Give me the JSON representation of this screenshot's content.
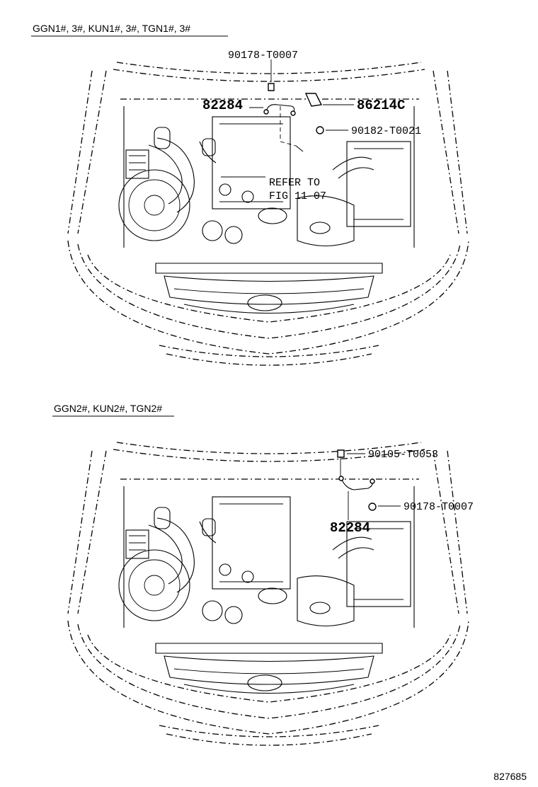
{
  "sections": [
    {
      "model_header": "GGN1#, 3#, KUN1#, 3#, TGN1#, 3#",
      "callouts": {
        "c1": "90178-T0007",
        "c2": "82284",
        "c3": "86214C",
        "c4": "90182-T0021",
        "c5_line1": "REFER TO",
        "c5_line2": "FIG 11-07"
      }
    },
    {
      "model_header": "GGN2#, KUN2#, TGN2#",
      "callouts": {
        "c1": "90105-T0053",
        "c2": "90178-T0007",
        "c3": "82284"
      }
    }
  ],
  "figure_id": "827685"
}
